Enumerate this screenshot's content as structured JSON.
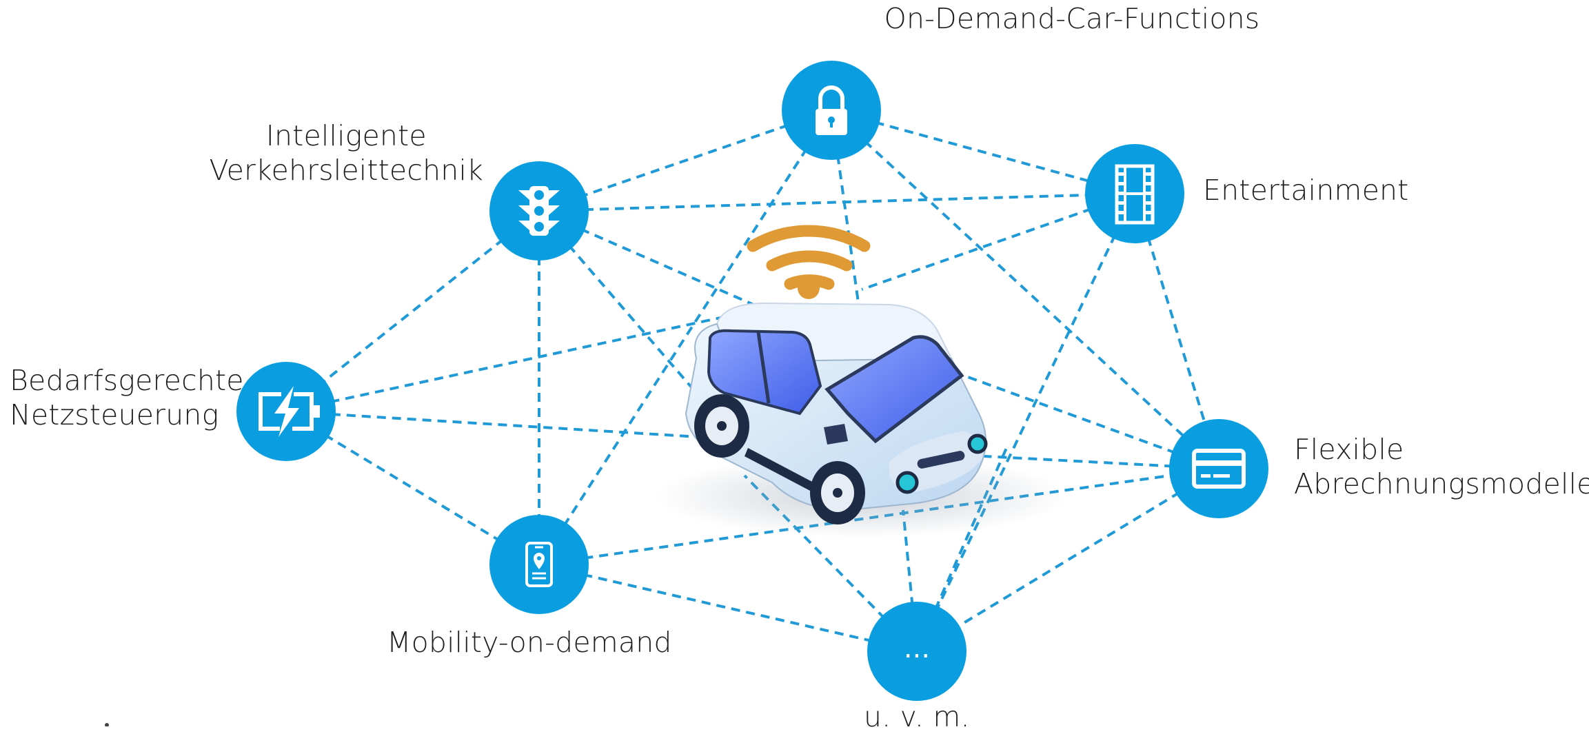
{
  "colors": {
    "node_fill": "#0a9ee0",
    "link_line": "#1f9ad6",
    "wifi": "#e09a35",
    "text": "#1e1e1e"
  },
  "nodes": {
    "lock": {
      "label": "On-Demand-Car-Functions",
      "icon": "lock-icon"
    },
    "traffic": {
      "label_lines": [
        "Intelligente",
        "Verkehrsleittechnik"
      ],
      "icon": "traffic-light-icon"
    },
    "entertainment": {
      "label": "Entertainment",
      "icon": "film-strip-icon"
    },
    "battery": {
      "label_lines": [
        "Bedarfsgerechte",
        "Netzsteuerung"
      ],
      "icon": "battery-charging-icon"
    },
    "billing": {
      "label_lines": [
        "Flexible",
        "Abrechnungsmodelle"
      ],
      "icon": "credit-card-icon"
    },
    "mobility": {
      "label": "Mobility-on-demand",
      "icon": "smartphone-location-icon"
    },
    "more": {
      "label": "u. v. m.",
      "icon_text": "..."
    }
  },
  "center": {
    "icon": "connected-car-icon",
    "signal_icon": "wifi-icon"
  }
}
